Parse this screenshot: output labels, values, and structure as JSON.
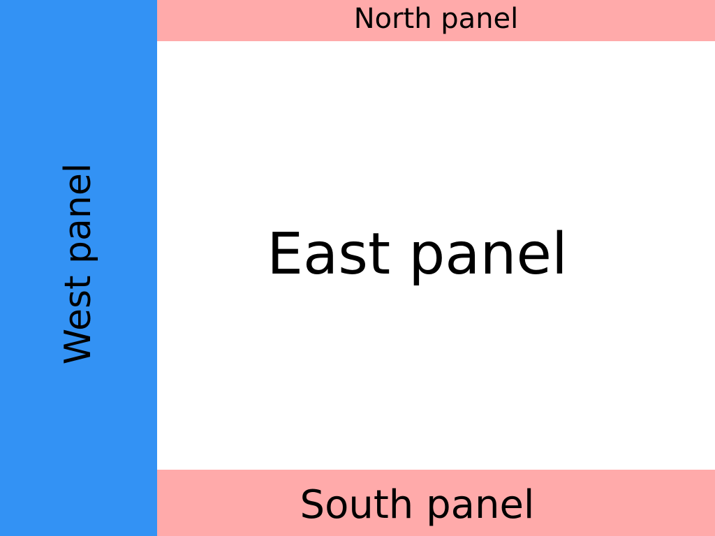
{
  "panels": {
    "west": {
      "label": "West panel",
      "color": "#3392f4"
    },
    "north": {
      "label": "North panel",
      "color": "#ffaaaa"
    },
    "east": {
      "label": "East panel",
      "color": "#ffffff"
    },
    "south": {
      "label": "South panel",
      "color": "#ffaaaa"
    }
  }
}
